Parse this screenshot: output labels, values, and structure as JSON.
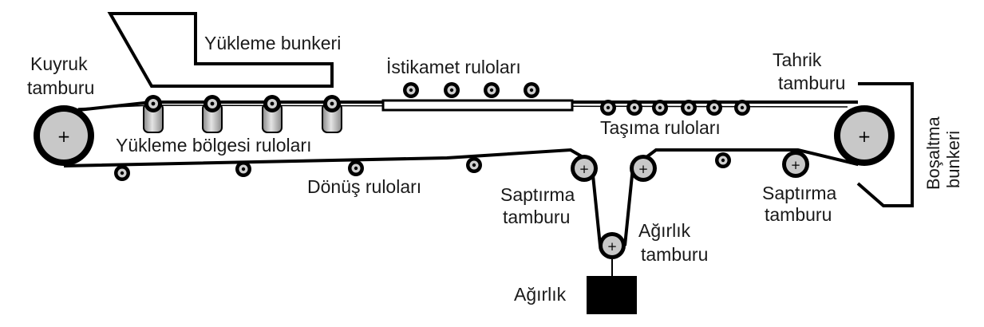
{
  "labels": {
    "hopper": "Yükleme bunkeri",
    "tail_1": "Kuyruk",
    "tail_2": "tamburu",
    "direction_idlers": "İstikamet ruloları",
    "drive_1": "Tahrik",
    "drive_2": "tamburu",
    "loading_idlers": "Yükleme bölgesi ruloları",
    "carrying_idlers": "Taşıma ruloları",
    "discharge_1": "Boşaltma",
    "discharge_2": "bunkeri",
    "return_idlers": "Dönüş ruloları",
    "snub_left_1": "Saptırma",
    "snub_left_2": "tamburu",
    "take_up_1": "Ağırlık",
    "take_up_2": "tamburu",
    "snub_right_1": "Saptırma",
    "snub_right_2": "tamburu",
    "weight": "Ağırlık"
  },
  "colors": {
    "line": "#000000",
    "pulley_fill": "#c8c8c8",
    "roller_fill": "#d0d0d0",
    "weight_block": "#000000"
  },
  "icons": {
    "pulley": "plus-in-circle",
    "roller": "ring-with-dot"
  }
}
